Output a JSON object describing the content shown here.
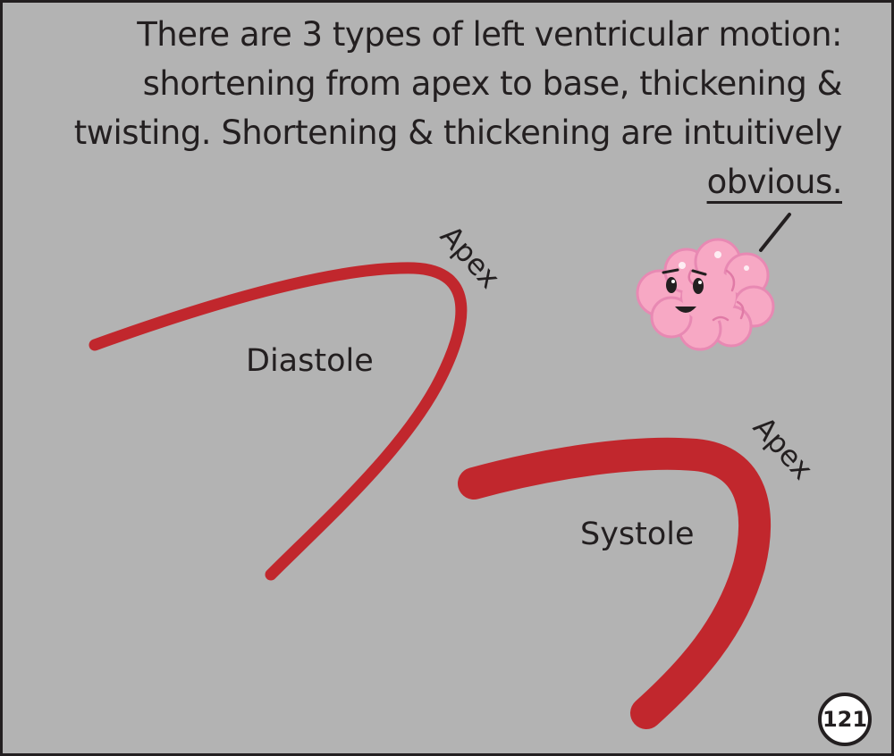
{
  "caption": {
    "line1": "There are 3 types of left ventricular motion:",
    "line2": "shortening from apex to base, thickening &",
    "line3": "twisting. Shortening & thickening are intuitively",
    "line4": "obvious."
  },
  "diastole": {
    "label": "Diastole",
    "apex_label": "Apex"
  },
  "systole": {
    "label": "Systole",
    "apex_label": "Apex"
  },
  "page_number": "121",
  "colors": {
    "background": "#b3b3b3",
    "wall": "#c1272d",
    "brain": "#f7a8c4",
    "brain_outline": "#e889b3",
    "text": "#231f20"
  }
}
